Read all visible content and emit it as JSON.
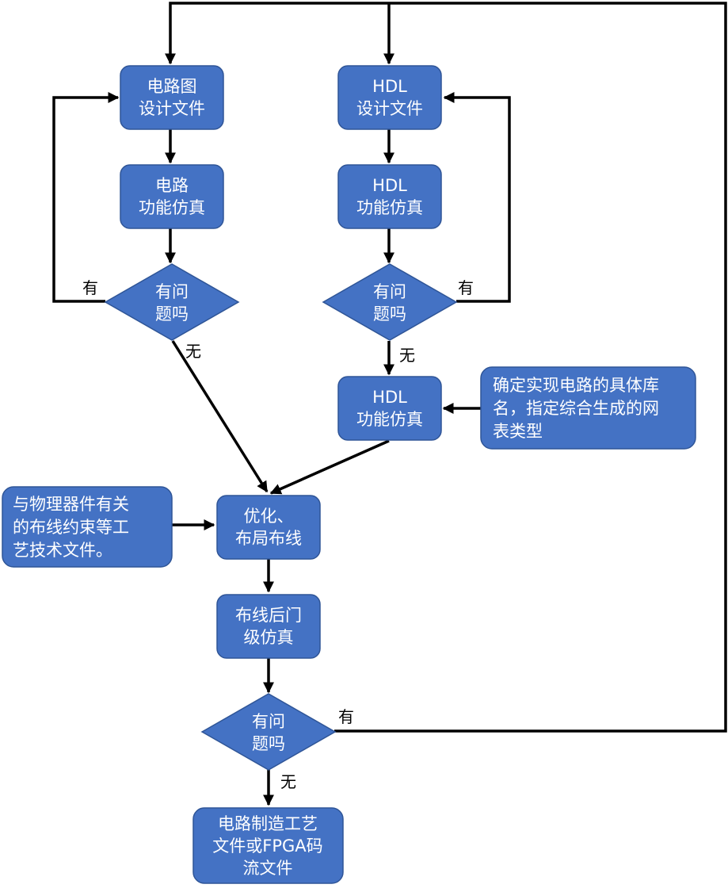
{
  "nodes": {
    "schematic_design": [
      "电路图",
      "设计文件"
    ],
    "schematic_sim": [
      "电路",
      "功能仿真"
    ],
    "schematic_check": [
      "有问",
      "题吗"
    ],
    "hdl_design": [
      "HDL",
      "设计文件"
    ],
    "hdl_sim": [
      "HDL",
      "功能仿真"
    ],
    "hdl_check": [
      "有问",
      "题吗"
    ],
    "hdl_sim_2": [
      "HDL",
      "功能仿真"
    ],
    "library_note": [
      "确定实现电路的具体库",
      "名，指定综合生成的网",
      "表类型"
    ],
    "physical_note": [
      "与物理器件有关",
      "的布线约束等工",
      "艺技术文件。"
    ],
    "optimize_route": [
      "优化、",
      "布局布线"
    ],
    "post_route_sim": [
      "布线后门",
      "级仿真"
    ],
    "final_check": [
      "有问",
      "题吗"
    ],
    "output_files": [
      "电路制造工艺",
      "文件或FPGA码",
      "流文件"
    ]
  },
  "edge_labels": {
    "schematic_yes": "有",
    "schematic_no": "无",
    "hdl_yes": "有",
    "hdl_no": "无",
    "final_yes": "有",
    "final_no": "无"
  },
  "colors": {
    "node_fill": "#4472c4",
    "node_text": "#ffffff",
    "line": "#000000"
  }
}
